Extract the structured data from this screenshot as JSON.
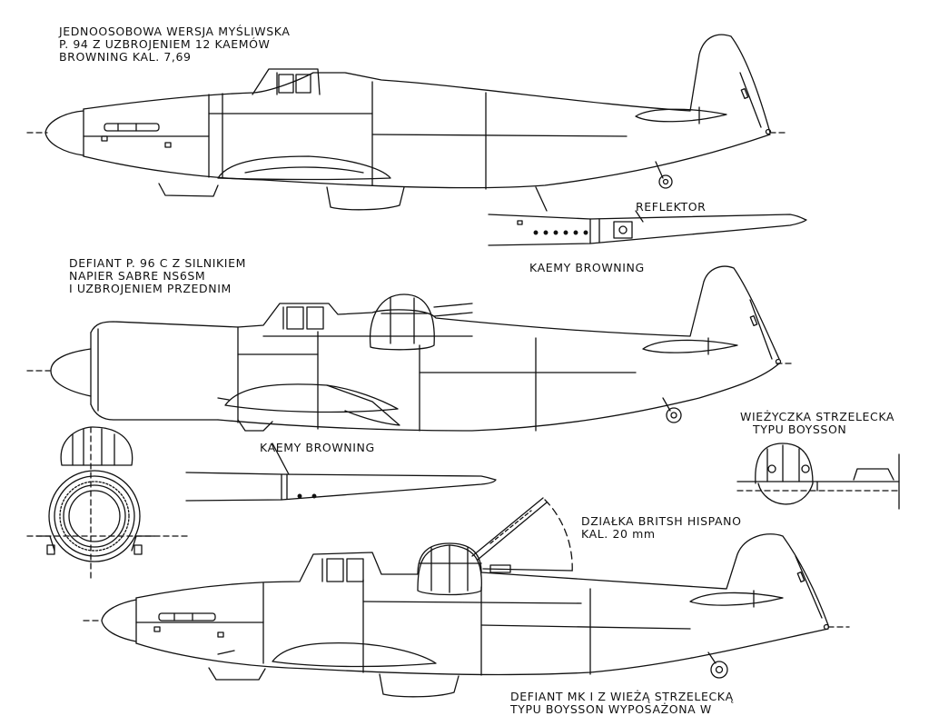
{
  "labels": {
    "fighter": [
      "JEDNOOSOBOWA WERSJA MYŚLIWSKA",
      "P. 94  Z UZBROJENIEM 12 KAEMÓW",
      "BROWNING  KAL. 7,69"
    ],
    "reflektor": "REFLEKTOR",
    "kaemy_top": "KAEMY  BROWNING",
    "p96": [
      "DEFIANT  P. 96 C  Z  SILNIKIEM",
      "NAPIER SABRE  NS6SM",
      "I UZBROJENIEM  PRZEDNIM"
    ],
    "kaemy_mid": "KAEMY  BROWNING",
    "turret": [
      "WIEŻYCZKA  STRZELECKA",
      "TYPU  BOYSSON"
    ],
    "hispano": [
      "DZIAŁKA  BRITSH  HISPANO",
      "KAL. 20 mm"
    ],
    "mk1": [
      "DEFIANT  MK I  Z  WIEŻĄ  STRZELECKĄ",
      "TYPU  BOYSSON  WYPOSAŻONA  W"
    ]
  }
}
